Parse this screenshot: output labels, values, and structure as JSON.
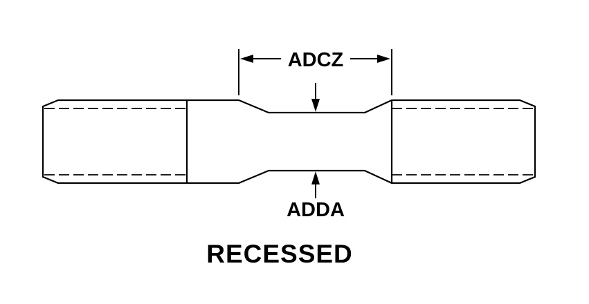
{
  "diagram": {
    "title": "RECESSED",
    "dimensions": {
      "top": "ADCZ",
      "bottom": "ADDA"
    },
    "colors": {
      "line": "#000000",
      "background": "#ffffff"
    }
  }
}
